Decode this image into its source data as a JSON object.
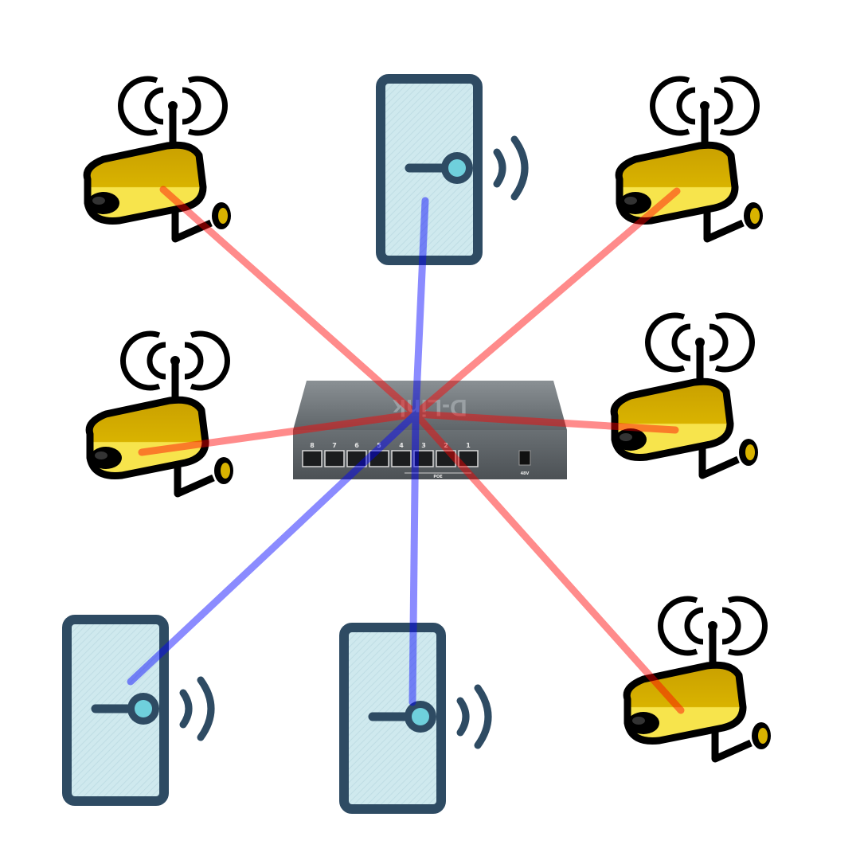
{
  "diagram": {
    "switch": {
      "brand": "D-Link",
      "ports": [
        "8",
        "7",
        "6",
        "5",
        "4",
        "3",
        "2",
        "1"
      ],
      "poe_label": "POE",
      "power_label": "48V"
    },
    "cameras": [
      {
        "id": "camera-1",
        "link": "red"
      },
      {
        "id": "camera-2",
        "link": "red"
      },
      {
        "id": "camera-3",
        "link": "red"
      },
      {
        "id": "camera-4",
        "link": "red"
      },
      {
        "id": "camera-5",
        "link": "red"
      }
    ],
    "access_points": [
      {
        "id": "access-point-1",
        "link": "blue"
      },
      {
        "id": "access-point-2",
        "link": "blue"
      },
      {
        "id": "access-point-3",
        "link": "blue"
      }
    ],
    "colors": {
      "camera_link": "#ff0000",
      "access_point_link": "#0000ff",
      "camera_body": "#f5e04a",
      "camera_shade": "#c9a000",
      "outline": "#000000",
      "ap_fill": "#cfe9ee",
      "ap_outline": "#2e4b63",
      "ap_lens": "#6fd0dc",
      "switch_body": "#6e7478"
    }
  }
}
